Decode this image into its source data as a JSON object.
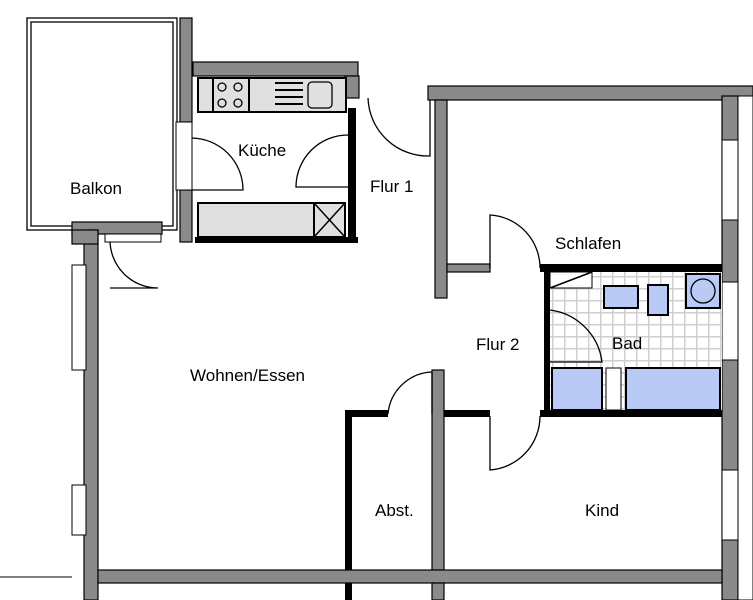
{
  "rooms": {
    "balkon": "Balkon",
    "kueche": "Küche",
    "flur1": "Flur 1",
    "schlafen": "Schlafen",
    "bad": "Bad",
    "flur2": "Flur 2",
    "wohnen": "Wohnen/Essen",
    "abst": "Abst.",
    "kind": "Kind"
  },
  "colors": {
    "wall": "#8a8a8a",
    "sanitary": "#b9cbf5",
    "tile": "#d0d0d0"
  }
}
